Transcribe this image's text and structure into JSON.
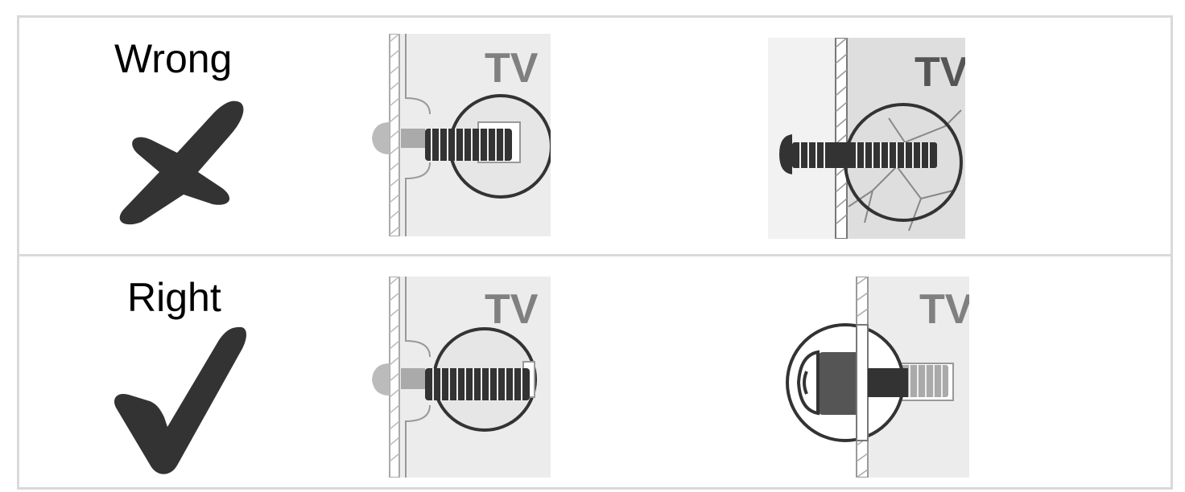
{
  "rows": {
    "wrong": {
      "label": "Wrong",
      "panel_label": "TV"
    },
    "right": {
      "label": "Right",
      "panel_label": "TV"
    }
  },
  "icons": {
    "wrong": "cross-icon",
    "right": "checkmark-icon"
  },
  "colors": {
    "ink": "#333333",
    "panel": "#ececec",
    "border": "#d9d9d9"
  }
}
